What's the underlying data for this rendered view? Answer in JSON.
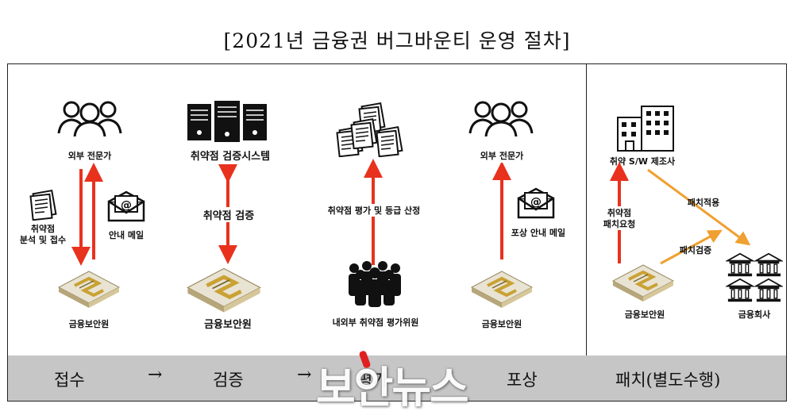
{
  "title": "[2021년 금융권 버그바운티 운영 절차]",
  "columns": {
    "c1": {
      "top_label": "외부 전문가",
      "left_label_1": "취약점",
      "left_label_2": "분석 및 접수",
      "right_label": "안내 메일",
      "bottom_label": "금융보안원"
    },
    "c2": {
      "top_label": "취약점 검증시스템",
      "mid_label": "취약점 검증",
      "bottom_label": "금융보안원"
    },
    "c3": {
      "mid_label": "취약점 평가 및 등급 산정",
      "bottom_label": "내외부 취약점 평가위원"
    },
    "c4": {
      "top_label": "외부 전문가",
      "mid_label": "포상 안내 메일",
      "bottom_label": "금융보안원"
    },
    "c5": {
      "top_label": "취약 S/W 제조사",
      "req_label_1": "취약점",
      "req_label_2": "패치요청",
      "apply_label": "패치적용",
      "verify_label": "패치검증",
      "kisa_label": "금융보안원",
      "bank_label": "금융회사"
    }
  },
  "steps": [
    "접수",
    "검증",
    "평가",
    "포상",
    "패치(별도수행)"
  ],
  "step_arrow": "→",
  "watermark": "보안뉴스",
  "colors": {
    "red_arrow": "#e8321e",
    "orange_arrow": "#f0a030",
    "bar": "#c6c6c6",
    "gold": "#c9a233"
  }
}
